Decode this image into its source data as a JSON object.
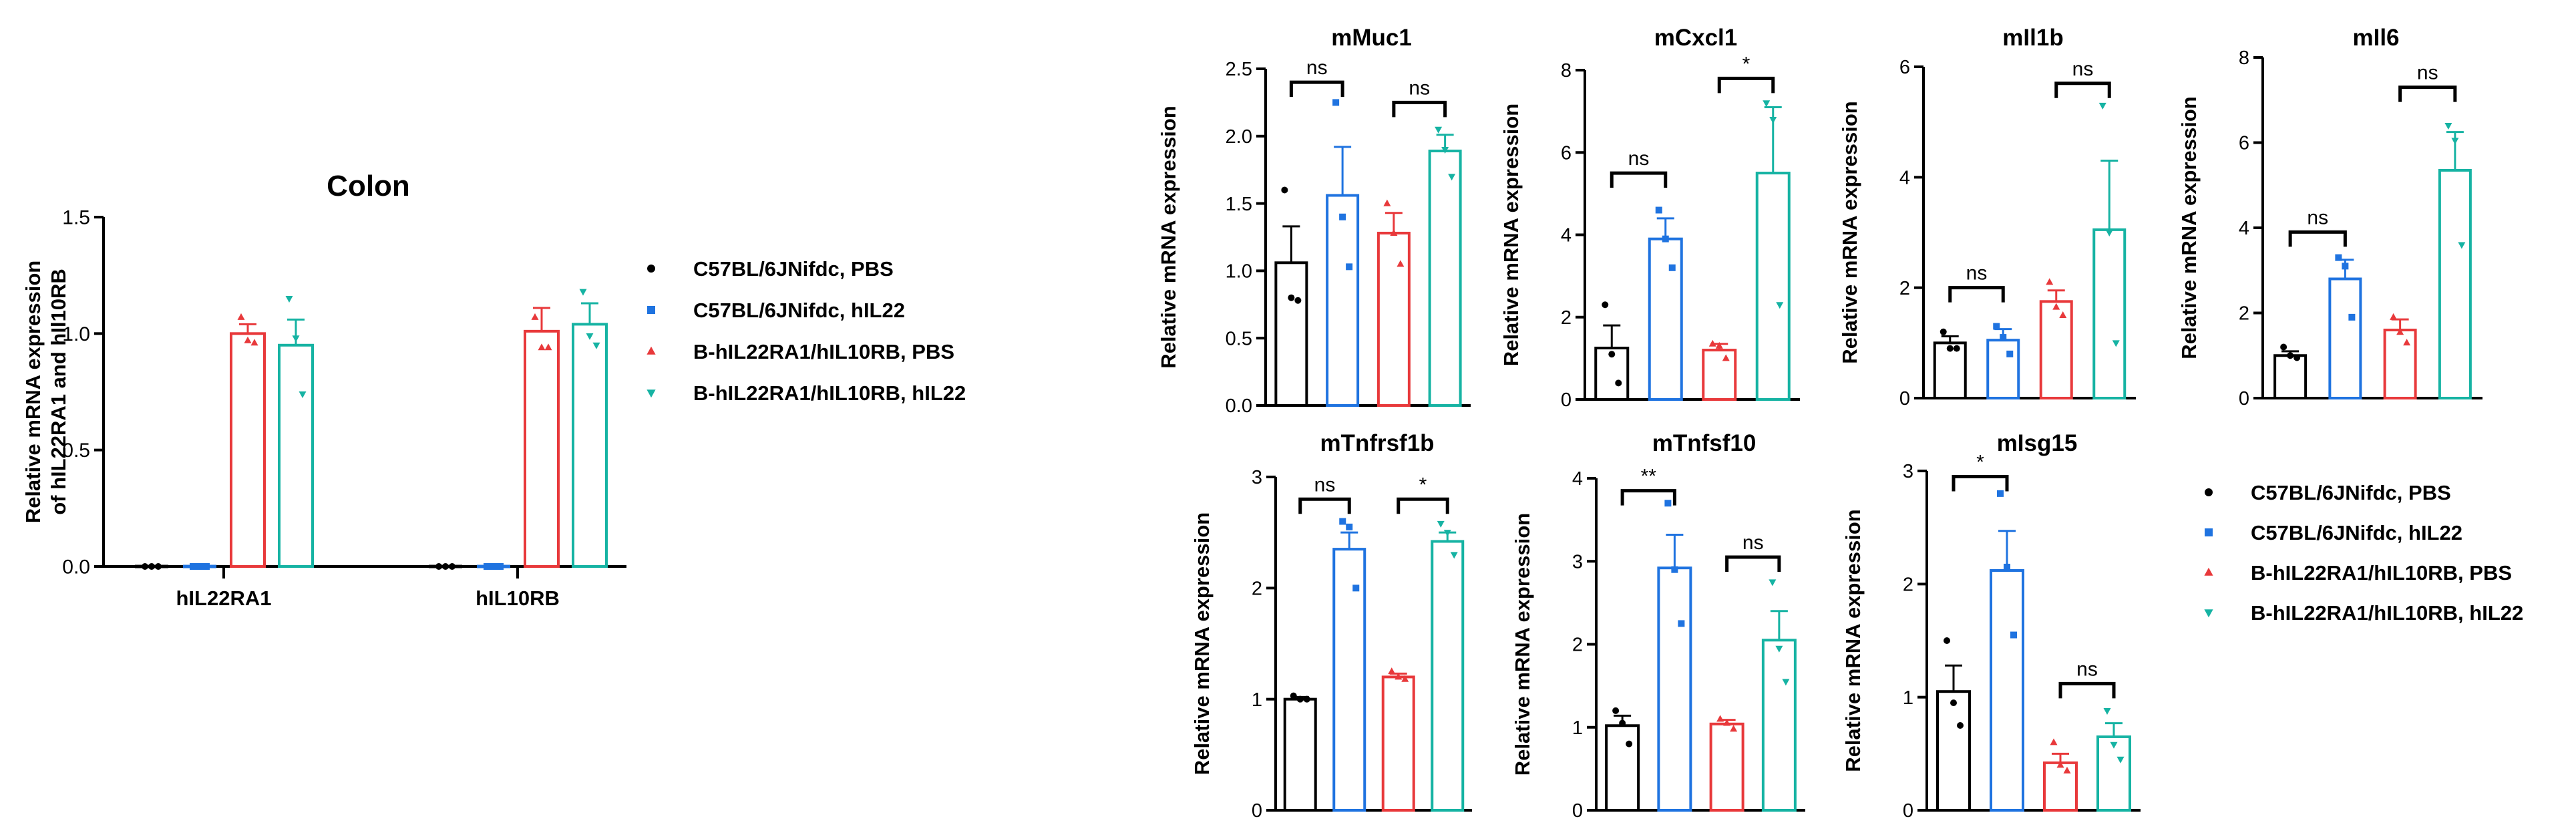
{
  "colors": {
    "C57BL/6JNifdc, PBS": "#000000",
    "C57BL/6JNifdc, hIL22": "#1f73e0",
    "B-hIL22RA1/hIL10RB, PBS": "#e8393b",
    "B-hIL22RA1/hIL10RB, hIL22": "#16b3a3"
  },
  "markers": {
    "C57BL/6JNifdc, PBS": "circle",
    "C57BL/6JNifdc, hIL22": "square",
    "B-hIL22RA1/hIL10RB, PBS": "triangle-up",
    "B-hIL22RA1/hIL10RB, hIL22": "triangle-down"
  },
  "legends": [
    [
      "C57BL/6JNifdc, PBS",
      "C57BL/6JNifdc, hIL22",
      "B-hIL22RA1/hIL10RB, PBS",
      "B-hIL22RA1/hIL10RB, hIL22"
    ],
    [
      "C57BL/6JNifdc, PBS",
      "C57BL/6JNifdc, hIL22",
      "B-hIL22RA1/hIL10RB, PBS",
      "B-hIL22RA1/hIL10RB, hIL22"
    ]
  ],
  "chart_data": [
    {
      "type": "bar",
      "title": "Colon",
      "ylabel": "Relative mRNA expression of hIL22RA1 and hIl10RB",
      "ylim": [
        0,
        1.5
      ],
      "yticks": [
        "0.0",
        "0.5",
        "1.0",
        "1.5"
      ],
      "categories": [
        "hIL22RA1",
        "hIL10RB"
      ],
      "series": [
        {
          "name": "C57BL/6JNifdc, PBS",
          "values": [
            0,
            0
          ],
          "sem": [
            0,
            0
          ],
          "points": [
            [
              0,
              0,
              0
            ],
            [
              0,
              0,
              0
            ]
          ]
        },
        {
          "name": "C57BL/6JNifdc, hIL22",
          "values": [
            0,
            0
          ],
          "sem": [
            0,
            0
          ],
          "points": [
            [
              0,
              0,
              0
            ],
            [
              0,
              0,
              0
            ]
          ]
        },
        {
          "name": "B-hIL22RA1/hIL10RB, PBS",
          "values": [
            1.0,
            1.01
          ],
          "sem": [
            0.04,
            0.1
          ],
          "points": [
            [
              1.07,
              0.97,
              0.96
            ],
            [
              1.07,
              0.94,
              0.94
            ]
          ]
        },
        {
          "name": "B-hIL22RA1/hIL10RB, hIL22",
          "values": [
            0.95,
            1.04
          ],
          "sem": [
            0.11,
            0.09
          ],
          "points": [
            [
              1.15,
              0.98,
              0.74
            ],
            [
              1.18,
              0.99,
              0.95
            ]
          ]
        }
      ],
      "comparisons": []
    },
    {
      "type": "bar",
      "title": "mMuc1",
      "ylabel": "Relative mRNA expression",
      "ylim": [
        0,
        2.5
      ],
      "yticks": [
        "0.0",
        "0.5",
        "1.0",
        "1.5",
        "2.0",
        "2.5"
      ],
      "values": [
        1.06,
        1.56,
        1.28,
        1.89
      ],
      "sem": [
        0.27,
        0.36,
        0.15,
        0.12
      ],
      "points": [
        [
          1.6,
          0.8,
          0.78
        ],
        [
          2.25,
          1.4,
          1.03
        ],
        [
          1.5,
          1.28,
          1.05
        ],
        [
          2.05,
          1.9,
          1.7
        ]
      ],
      "comparisons": [
        {
          "label": "ns",
          "from": 0,
          "to": 1,
          "y": 2.4
        },
        {
          "label": "ns",
          "from": 2,
          "to": 3,
          "y": 2.25
        }
      ]
    },
    {
      "type": "bar",
      "title": "mCxcl1",
      "ylabel": "Relative mRNA expression",
      "ylim": [
        0,
        8
      ],
      "yticks": [
        "0",
        "2",
        "4",
        "6",
        "8"
      ],
      "values": [
        1.25,
        3.9,
        1.2,
        5.5
      ],
      "sem": [
        0.55,
        0.5,
        0.15,
        1.6
      ],
      "points": [
        [
          2.3,
          1.1,
          0.4
        ],
        [
          4.6,
          3.9,
          3.2
        ],
        [
          1.35,
          1.3,
          1.0
        ],
        [
          7.2,
          6.8,
          2.3
        ]
      ],
      "comparisons": [
        {
          "label": "ns",
          "from": 0,
          "to": 1,
          "y": 5.5
        },
        {
          "label": "*",
          "from": 2,
          "to": 3,
          "y": 7.8
        }
      ]
    },
    {
      "type": "bar",
      "title": "mIl1b",
      "ylabel": "Relative mRNA expression",
      "ylim": [
        0,
        6
      ],
      "yticks": [
        "0",
        "2",
        "4",
        "6"
      ],
      "values": [
        1.0,
        1.05,
        1.75,
        3.05
      ],
      "sem": [
        0.12,
        0.2,
        0.2,
        1.25
      ],
      "points": [
        [
          1.2,
          0.9,
          0.9
        ],
        [
          1.3,
          1.1,
          0.8
        ],
        [
          2.1,
          1.65,
          1.5
        ],
        [
          5.3,
          3.0,
          1.0
        ]
      ],
      "comparisons": [
        {
          "label": "ns",
          "from": 0,
          "to": 1,
          "y": 2.0
        },
        {
          "label": "ns",
          "from": 2,
          "to": 3,
          "y": 5.7
        }
      ]
    },
    {
      "type": "bar",
      "title": "mIl6",
      "ylabel": "Relative mRNA expression",
      "ylim": [
        0,
        8
      ],
      "yticks": [
        "0",
        "2",
        "4",
        "6",
        "8"
      ],
      "values": [
        1.0,
        2.8,
        1.6,
        5.35
      ],
      "sem": [
        0.1,
        0.45,
        0.25,
        0.9
      ],
      "points": [
        [
          1.2,
          1.0,
          0.95
        ],
        [
          3.3,
          3.1,
          1.9
        ],
        [
          1.9,
          1.55,
          1.3
        ],
        [
          6.4,
          6.05,
          3.6
        ]
      ],
      "comparisons": [
        {
          "label": "ns",
          "from": 0,
          "to": 1,
          "y": 3.9
        },
        {
          "label": "ns",
          "from": 2,
          "to": 3,
          "y": 7.3
        }
      ]
    },
    {
      "type": "bar",
      "title": "mTnfrsf1b",
      "ylabel": "Relative mRNA expression",
      "ylim": [
        0,
        3
      ],
      "yticks": [
        "0",
        "1",
        "2",
        "3"
      ],
      "values": [
        1.0,
        2.35,
        1.2,
        2.42
      ],
      "sem": [
        0.02,
        0.15,
        0.03,
        0.08
      ],
      "points": [
        [
          1.03,
          1.0,
          1.0
        ],
        [
          2.6,
          2.55,
          2.0
        ],
        [
          1.25,
          1.2,
          1.18
        ],
        [
          2.58,
          2.5,
          2.3
        ]
      ],
      "comparisons": [
        {
          "label": "ns",
          "from": 0,
          "to": 1,
          "y": 2.8
        },
        {
          "label": "*",
          "from": 2,
          "to": 3,
          "y": 2.8
        }
      ]
    },
    {
      "type": "bar",
      "title": "mTnfsf10",
      "ylabel": "Relative mRNA expression",
      "ylim": [
        0,
        4
      ],
      "yticks": [
        "0",
        "1",
        "2",
        "3",
        "4"
      ],
      "values": [
        1.02,
        2.92,
        1.04,
        2.05
      ],
      "sem": [
        0.12,
        0.4,
        0.05,
        0.35
      ],
      "points": [
        [
          1.2,
          1.05,
          0.8
        ],
        [
          3.7,
          2.9,
          2.25
        ],
        [
          1.1,
          1.05,
          0.98
        ],
        [
          2.75,
          1.95,
          1.55
        ]
      ],
      "comparisons": [
        {
          "label": "**",
          "from": 0,
          "to": 1,
          "y": 3.85
        },
        {
          "label": "ns",
          "from": 2,
          "to": 3,
          "y": 3.05
        }
      ]
    },
    {
      "type": "bar",
      "title": "mIsg15",
      "ylabel": "Relative mRNA expression",
      "ylim": [
        0,
        3
      ],
      "yticks": [
        "0",
        "1",
        "2",
        "3"
      ],
      "values": [
        1.05,
        2.12,
        0.42,
        0.65
      ],
      "sem": [
        0.23,
        0.35,
        0.08,
        0.12
      ],
      "points": [
        [
          1.5,
          0.95,
          0.75
        ],
        [
          2.8,
          2.15,
          1.55
        ],
        [
          0.6,
          0.4,
          0.35
        ],
        [
          0.88,
          0.58,
          0.45
        ]
      ],
      "comparisons": [
        {
          "label": "*",
          "from": 0,
          "to": 1,
          "y": 2.95
        },
        {
          "label": "ns",
          "from": 2,
          "to": 3,
          "y": 1.12
        }
      ]
    }
  ]
}
